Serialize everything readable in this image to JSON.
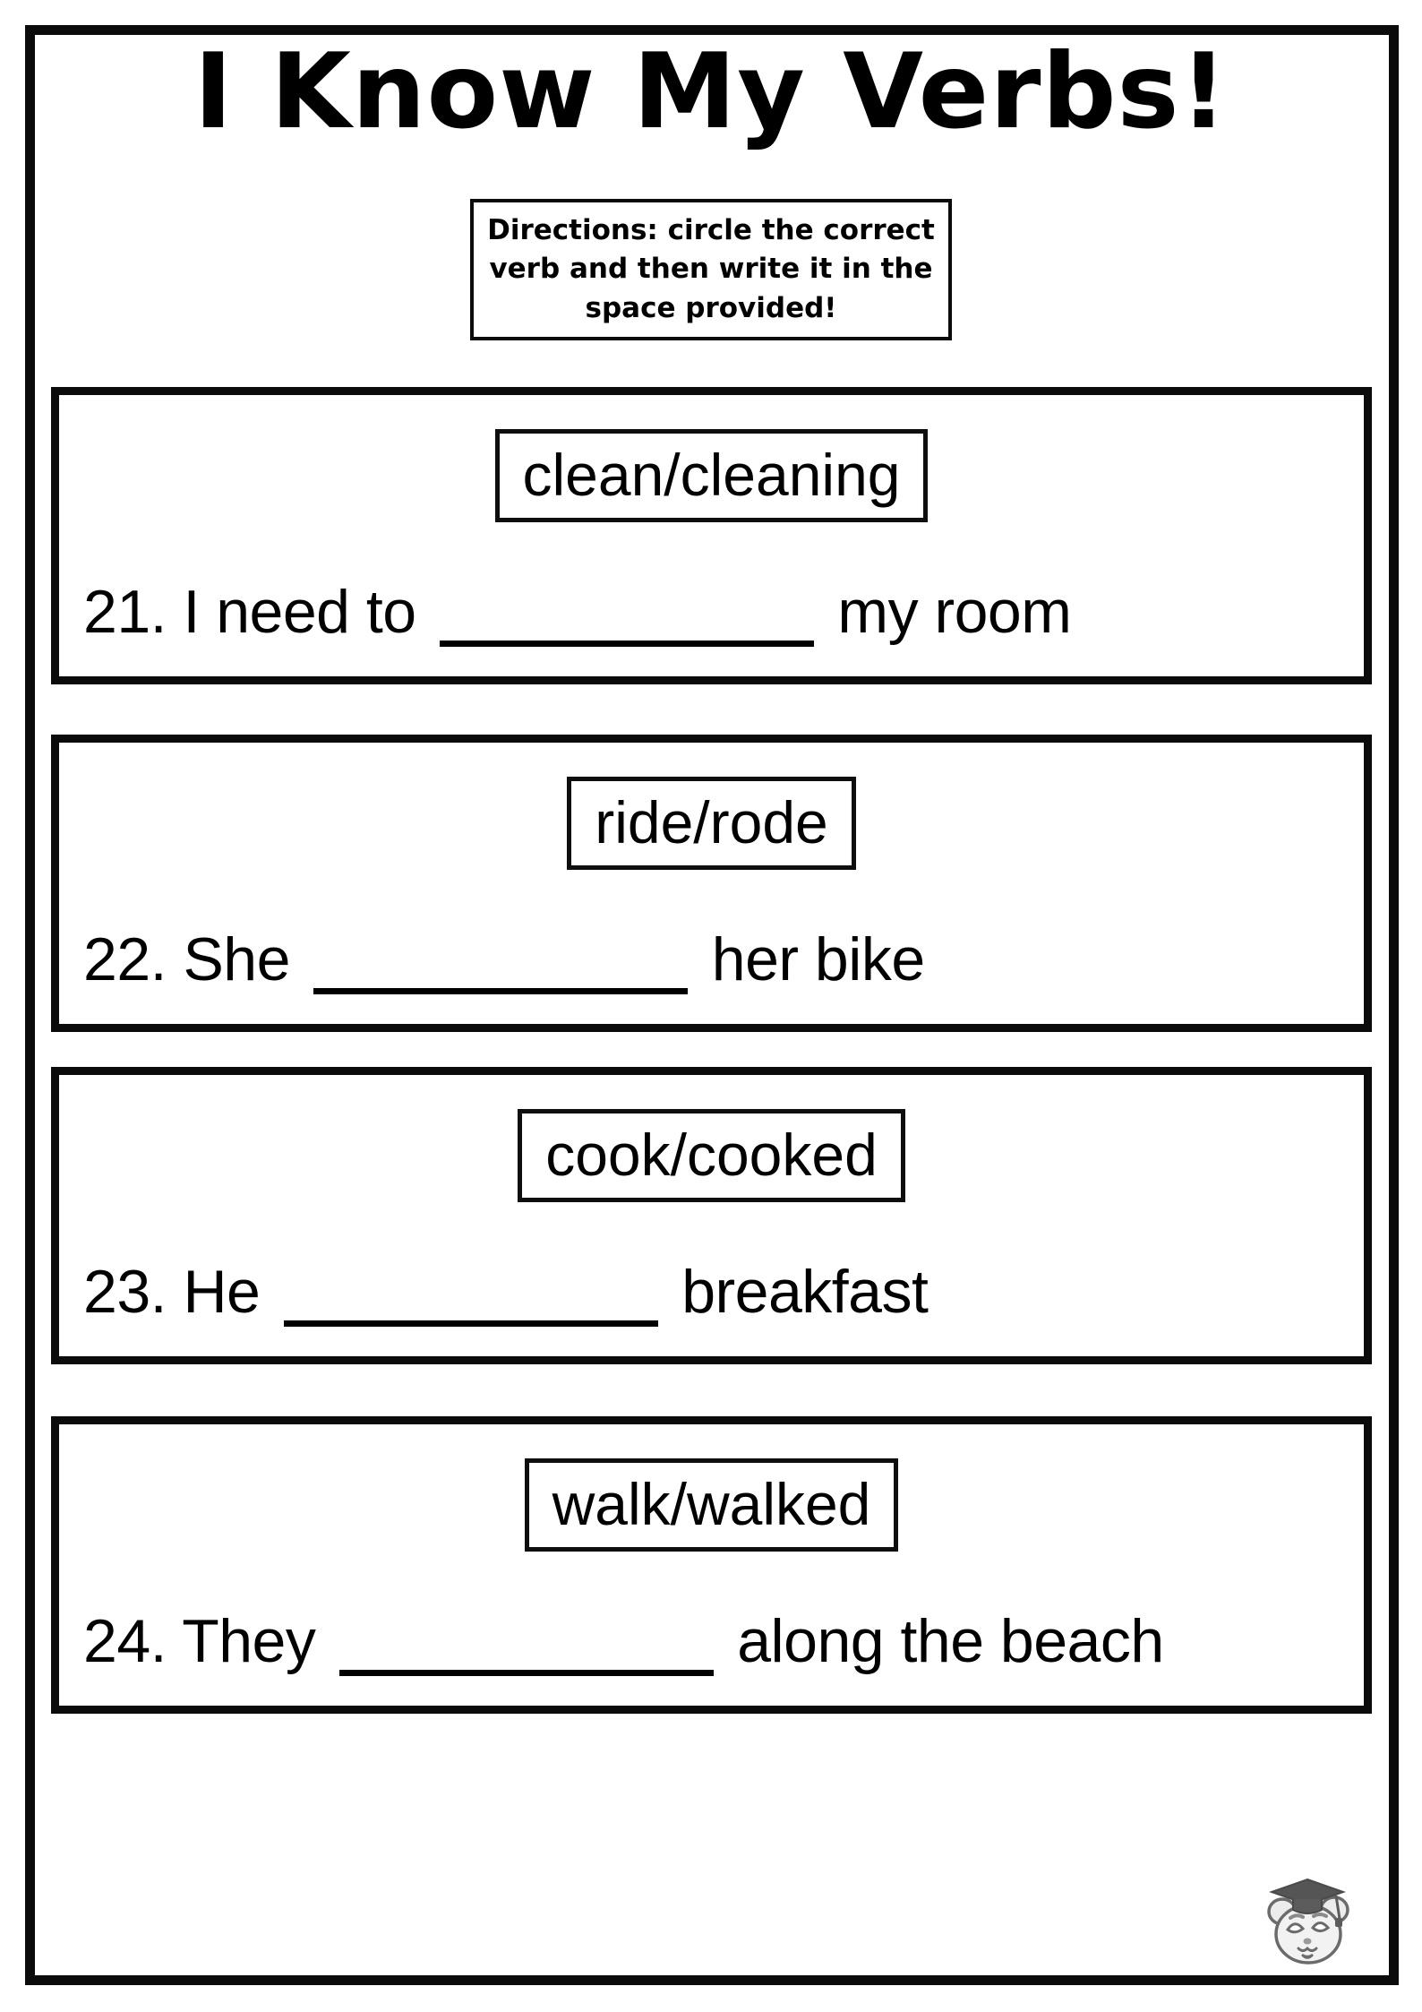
{
  "title": "I Know My Verbs!",
  "directions": {
    "line1": "Directions: circle the correct",
    "line2": "verb and then write it in the",
    "line3": "space provided!"
  },
  "questions": [
    {
      "number": "21.",
      "verb_choices": "clean/cleaning",
      "before_blank": "I need to",
      "after_blank": "my room"
    },
    {
      "number": "22.",
      "verb_choices": "ride/rode",
      "before_blank": "She",
      "after_blank": "her bike"
    },
    {
      "number": "23.",
      "verb_choices": "cook/cooked",
      "before_blank": "He",
      "after_blank": "breakfast"
    },
    {
      "number": "24.",
      "verb_choices": "walk/walked",
      "before_blank": "They",
      "after_blank": "along the beach"
    }
  ],
  "logo_icon": "panda-graduate-icon",
  "colors": {
    "ink": "#000000",
    "border": "#0b0b0b"
  }
}
